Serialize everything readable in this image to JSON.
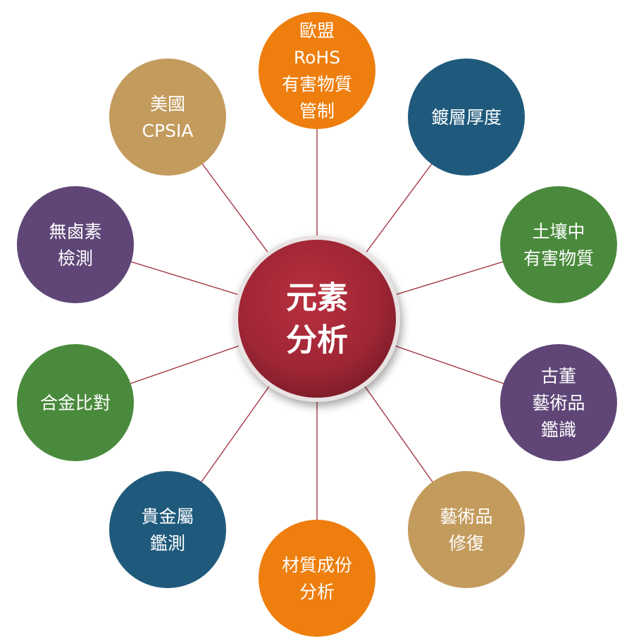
{
  "center": {
    "lines": [
      "元素",
      "分析"
    ],
    "color": "#9e2535"
  },
  "colors": {
    "orange": "#ee7e0e",
    "navy": "#1f5a7c",
    "green": "#4a8a3c",
    "purple": "#5f4677",
    "tan": "#c39b5d",
    "connector": "#a02a3a"
  },
  "nodes": [
    {
      "id": "eu-rohs",
      "lines": [
        "歐盟",
        "RoHS",
        "有害物質",
        "管制"
      ],
      "color": "#ee7e0e"
    },
    {
      "id": "plating-thickness",
      "lines": [
        "鍍層厚度"
      ],
      "color": "#1f5a7c"
    },
    {
      "id": "soil-hazardous",
      "lines": [
        "土壤中",
        "有害物質"
      ],
      "color": "#4a8a3c"
    },
    {
      "id": "antique-art-appraisal",
      "lines": [
        "古董",
        "藝術品",
        "鑑識"
      ],
      "color": "#5f4677"
    },
    {
      "id": "art-restoration",
      "lines": [
        "藝術品",
        "修復"
      ],
      "color": "#c39b5d"
    },
    {
      "id": "material-composition",
      "lines": [
        "材質成份",
        "分析"
      ],
      "color": "#ee7e0e"
    },
    {
      "id": "precious-metal-testing",
      "lines": [
        "貴金屬",
        "鑑測"
      ],
      "color": "#1f5a7c"
    },
    {
      "id": "alloy-comparison",
      "lines": [
        "合金比對"
      ],
      "color": "#4a8a3c"
    },
    {
      "id": "halogen-free-testing",
      "lines": [
        "無鹵素",
        "檢測"
      ],
      "color": "#5f4677"
    },
    {
      "id": "us-cpsia",
      "lines": [
        "美國",
        "CPSIA"
      ],
      "color": "#c39b5d"
    }
  ]
}
